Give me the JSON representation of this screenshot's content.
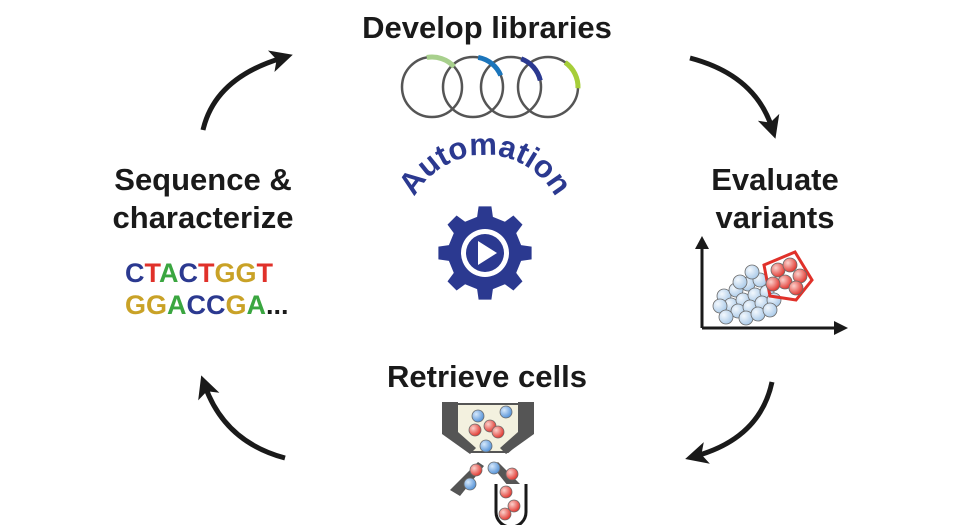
{
  "steps": {
    "develop": "Develop libraries",
    "evaluate_line1": "Evaluate",
    "evaluate_line2": "variants",
    "retrieve": "Retrieve cells",
    "sequence_line1": "Sequence &",
    "sequence_line2": "characterize"
  },
  "center": {
    "label": "Automation"
  },
  "sequence_text": {
    "line1": [
      {
        "ch": "C",
        "color": "#2b3990"
      },
      {
        "ch": "T",
        "color": "#e0312a"
      },
      {
        "ch": "A",
        "color": "#3aa640"
      },
      {
        "ch": "C",
        "color": "#2b3990"
      },
      {
        "ch": "T",
        "color": "#e0312a"
      },
      {
        "ch": "G",
        "color": "#c9a227"
      },
      {
        "ch": "G",
        "color": "#c9a227"
      },
      {
        "ch": "T",
        "color": "#e0312a"
      }
    ],
    "line2": [
      {
        "ch": "G",
        "color": "#c9a227"
      },
      {
        "ch": "G",
        "color": "#c9a227"
      },
      {
        "ch": "A",
        "color": "#3aa640"
      },
      {
        "ch": "C",
        "color": "#2b3990"
      },
      {
        "ch": "C",
        "color": "#2b3990"
      },
      {
        "ch": "G",
        "color": "#c9a227"
      },
      {
        "ch": "A",
        "color": "#3aa640"
      },
      {
        "ch": "...",
        "color": "#1a1a1a"
      }
    ]
  },
  "colors": {
    "arrow": "#1a1a1a",
    "gear": "#2b3990",
    "plasmid_accents": [
      "#a8d08d",
      "#1b75bb",
      "#2b3990",
      "#a6ce39"
    ],
    "cell_blue": "#4f8fd6",
    "cell_red": "#e0312a"
  }
}
